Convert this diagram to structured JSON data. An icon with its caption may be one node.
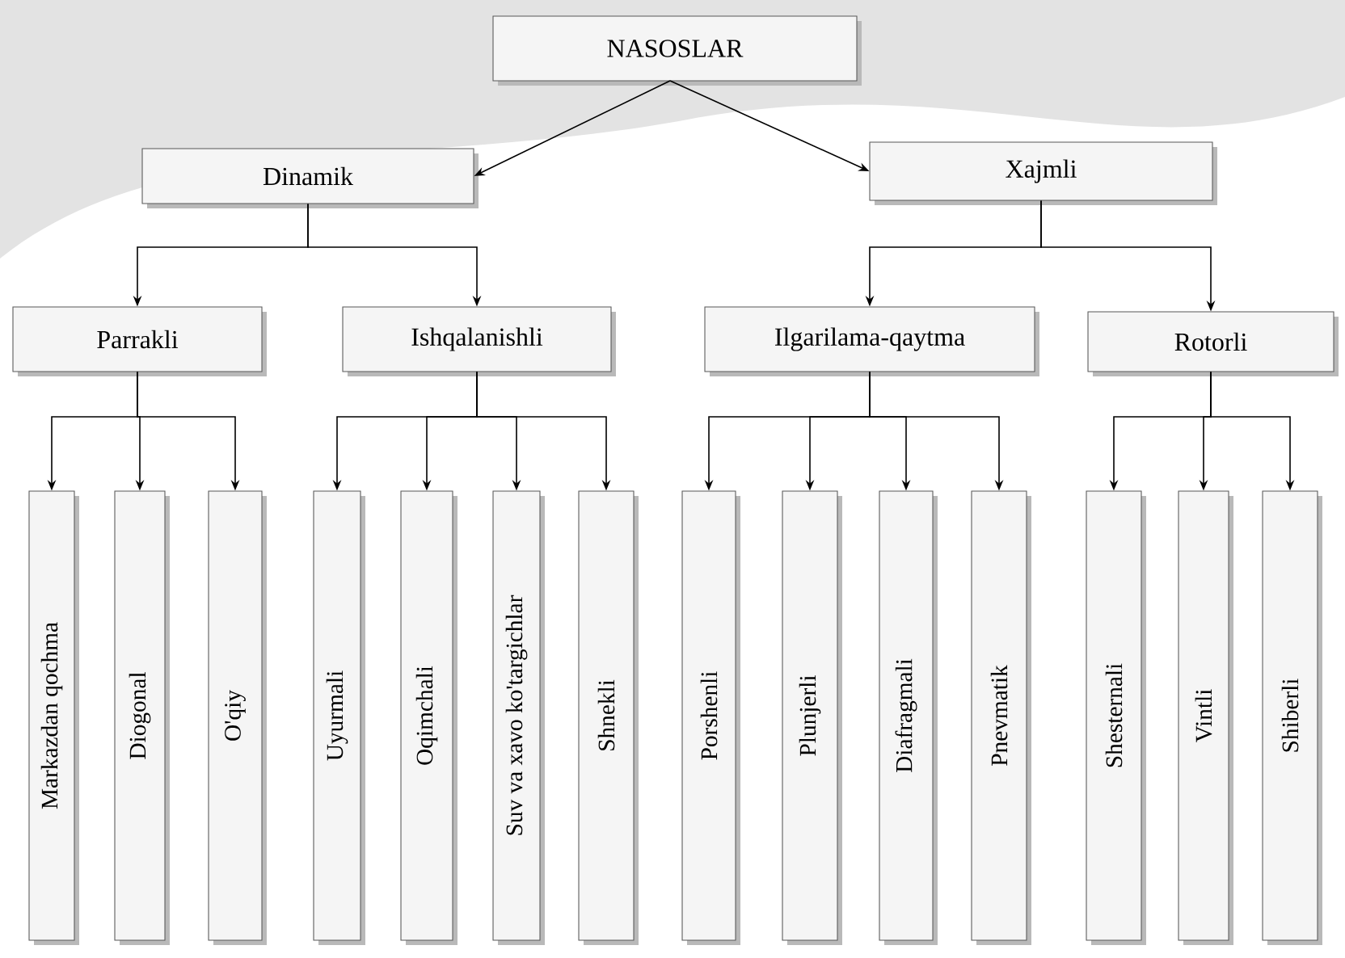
{
  "diagram": {
    "nodes": [
      {
        "text": [
          "NASOSLAR"
        ]
      },
      {
        "text": [
          "Dinamik"
        ]
      },
      {
        "text": [
          "Xajmli"
        ]
      },
      {
        "text": [
          "Parrakli"
        ]
      },
      {
        "text": [
          "Ishqalanishli"
        ]
      },
      {
        "text": [
          "Ilgarilama-qaytma"
        ]
      },
      {
        "text": [
          "Rotorli"
        ]
      },
      {
        "text": [
          "Markazdan qochma"
        ]
      },
      {
        "text": [
          "Diogonal"
        ]
      },
      {
        "text": [
          "O'qiy"
        ]
      },
      {
        "text": [
          "Uyurmali"
        ]
      },
      {
        "text": [
          "Oqimchali"
        ]
      },
      {
        "text": [
          "Suv va xavo ko'targichlar"
        ]
      },
      {
        "text": [
          "Shnekli"
        ]
      },
      {
        "text": [
          "Porshenli"
        ]
      },
      {
        "text": [
          "Plunjerli"
        ]
      },
      {
        "text": [
          "Diafragmali"
        ]
      },
      {
        "text": [
          "Pnevmatik"
        ]
      },
      {
        "text": [
          "Shesternali"
        ]
      },
      {
        "text": [
          "Vintli"
        ]
      },
      {
        "text": [
          "Shiberli"
        ]
      }
    ],
    "edges": [
      {
        "from": 0,
        "to": 1,
        "arrow": "to"
      },
      {
        "from": 0,
        "to": 2,
        "arrow": "to"
      },
      {
        "from": 1,
        "to": 3,
        "arrow": "to"
      },
      {
        "from": 1,
        "to": 4,
        "arrow": "to"
      },
      {
        "from": 2,
        "to": 5,
        "arrow": "to"
      },
      {
        "from": 2,
        "to": 6,
        "arrow": "to"
      },
      {
        "from": 3,
        "to": 7,
        "arrow": "to"
      },
      {
        "from": 3,
        "to": 8,
        "arrow": "to"
      },
      {
        "from": 3,
        "to": 9,
        "arrow": "to"
      },
      {
        "from": 4,
        "to": 10,
        "arrow": "to"
      },
      {
        "from": 4,
        "to": 11,
        "arrow": "to"
      },
      {
        "from": 4,
        "to": 12,
        "arrow": "to"
      },
      {
        "from": 4,
        "to": 13,
        "arrow": "to"
      },
      {
        "from": 5,
        "to": 14,
        "arrow": "to"
      },
      {
        "from": 5,
        "to": 15,
        "arrow": "to"
      },
      {
        "from": 5,
        "to": 16,
        "arrow": "to"
      },
      {
        "from": 5,
        "to": 17,
        "arrow": "to"
      },
      {
        "from": 6,
        "to": 18,
        "arrow": "to"
      },
      {
        "from": 6,
        "to": 19,
        "arrow": "to"
      },
      {
        "from": 6,
        "to": 20,
        "arrow": "to"
      }
    ]
  }
}
